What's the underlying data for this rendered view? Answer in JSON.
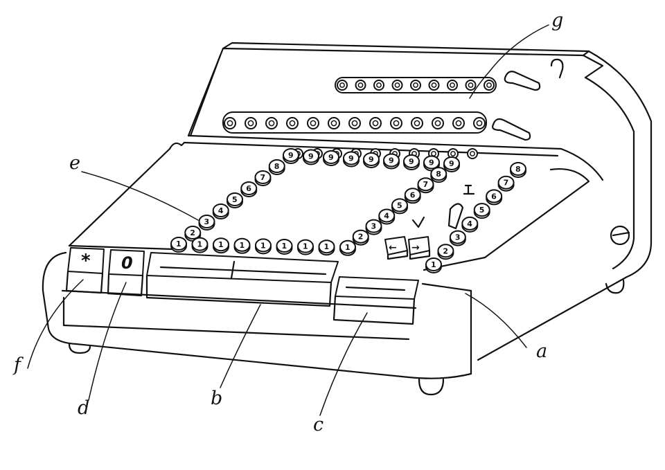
{
  "figure": {
    "labels": {
      "a": "a",
      "b": "b",
      "c": "c",
      "d": "d",
      "e": "e",
      "f": "f",
      "g": "g"
    },
    "bar_keys": {
      "star": "*",
      "zero": "0",
      "plus": "+",
      "minus": "—"
    },
    "keyboard": {
      "digits": [
        "1",
        "2",
        "3",
        "4",
        "5",
        "6",
        "7",
        "8",
        "9"
      ],
      "column_count": 9,
      "right_column_digits": [
        "1",
        "2",
        "3",
        "4",
        "5",
        "6",
        "7",
        "8"
      ]
    },
    "arrow_keys": {
      "left": "←",
      "right": "→"
    }
  }
}
